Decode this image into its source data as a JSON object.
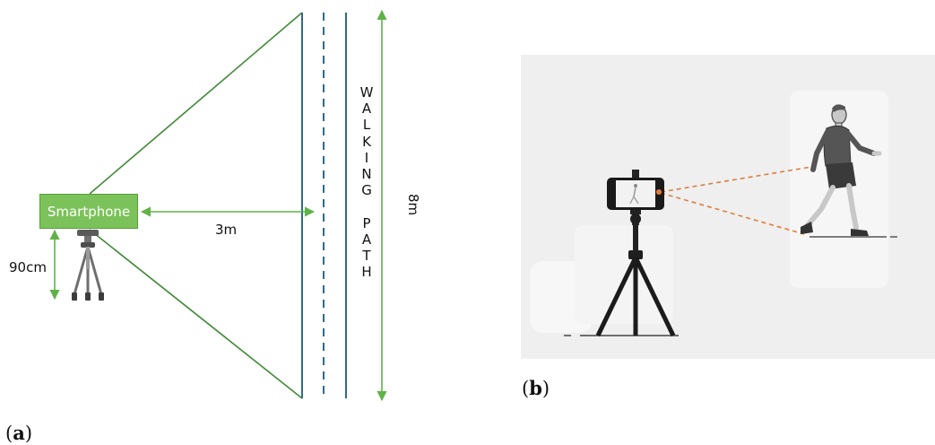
{
  "panel_a": {
    "caption_open": "(",
    "caption_letter": "a",
    "caption_close": ")",
    "smartphone_label": "Smartphone",
    "height_label": "90cm",
    "distance_label": "3m",
    "path_length_label": "8m",
    "walking_path_letters": [
      "W",
      "A",
      "L",
      "K",
      "I",
      "N",
      "G",
      "",
      "P",
      "A",
      "T",
      "H"
    ]
  },
  "panel_b": {
    "caption_open": "(",
    "caption_letter": "b",
    "caption_close": ")"
  },
  "colors": {
    "line_green": "#3f8a36",
    "arrow_green": "#5fb346",
    "box_green": "#7cc25a",
    "lane_blue": "#2e6b8c",
    "tripod_gray": "#5b5b5b",
    "sight_orange": "#e07d3c",
    "panel_bg": "#efefef"
  }
}
